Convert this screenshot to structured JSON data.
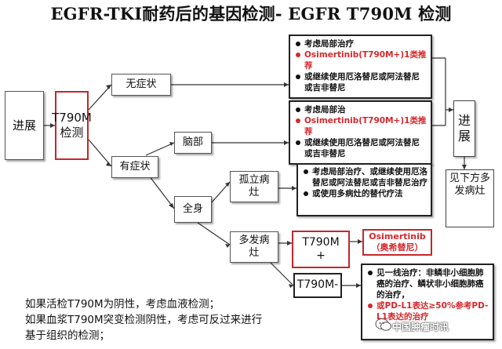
{
  "title": "EGFR-TKI耐药后的基因检测- EGFR T790M 检测",
  "nodes": {
    "progress": "进展",
    "t790m_test": "T790M检测",
    "asymptomatic": "无症状",
    "symptomatic": "有症状",
    "brain": "脑部",
    "systemic": "全身",
    "isolated": "孤立病灶",
    "multiple": "多发病灶",
    "t790m_pos": "T790M +",
    "t790m_neg": "T790M-"
  },
  "options": {
    "asymptomatic": [
      "考虑局部治疗",
      "Osimertinib(T790M+)1类推荐",
      "或继续使用厄洛替尼或阿法替尼或吉非替尼"
    ],
    "brain": [
      "考虑局部治",
      "Osimertinib(T790M+)1类推荐",
      "或继续使用厄洛替尼或阿法替尼或吉非替尼"
    ],
    "isolated": [
      "考虑局部治疗、或继续使用厄洛替尼或阿法替尼或吉非替尼治疗",
      "或使用多病灶的替代疗法"
    ],
    "t790m_neg": [
      "见一线治疗：非鳞非小细胞肺癌的治疗、鳞状非小细胞肺癌的治疗，",
      "或PD-L1表达≥50%参考PD-L1表达的治疗"
    ]
  },
  "osimertinib": {
    "name": "Osimertinib",
    "cn": "（奥希替尼）"
  },
  "right": {
    "progress": "进展",
    "below": "见下方多发病灶"
  },
  "footer": [
    "如果活检T790M为阴性，考虑血液检测；",
    "如果血浆T790M突变检测阴性，考虑可反过来进行",
    "基于组织的检测；"
  ],
  "watermark": "中国肿瘤时讯",
  "colors": {
    "accent_red": "#d6272c",
    "border_red": "#c3272b"
  }
}
